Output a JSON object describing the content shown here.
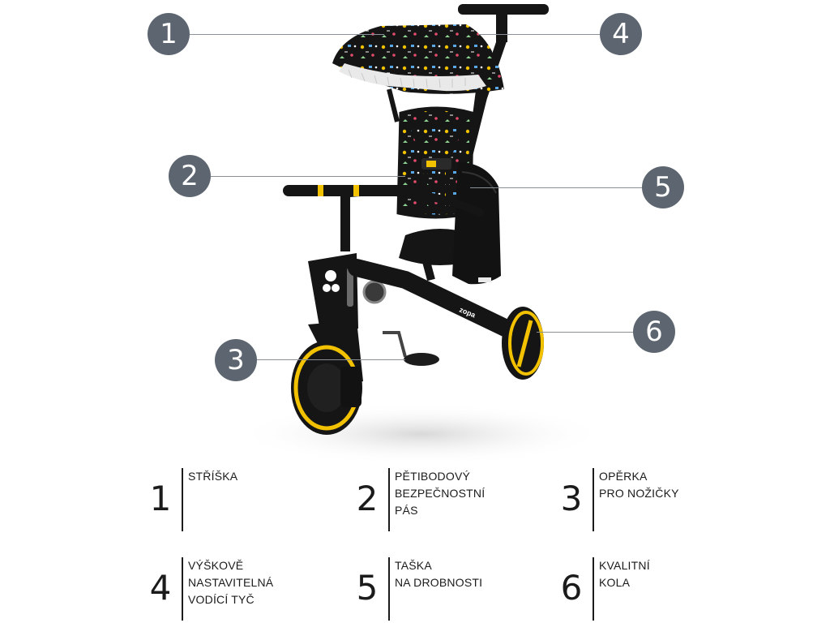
{
  "colors": {
    "badge": "#5d6670",
    "frame": "#151515",
    "accent": "#f2c200",
    "canopy_mesh": "#e9e9e9"
  },
  "product": {
    "frame_logo": "zopa"
  },
  "callouts": [
    {
      "number": "1"
    },
    {
      "number": "2"
    },
    {
      "number": "3"
    },
    {
      "number": "4"
    },
    {
      "number": "5"
    },
    {
      "number": "6"
    }
  ],
  "legend": [
    {
      "number": "1",
      "text": "STŘÍŠKA"
    },
    {
      "number": "2",
      "text": "PĚTIBODOVÝ\nBEZPEČNOSTNÍ\nPÁS"
    },
    {
      "number": "3",
      "text": "OPĚRKA\nPRO NOŽIČKY"
    },
    {
      "number": "4",
      "text": "VÝŠKOVĚ\nNASTAVITELNÁ\nVODÍCÍ TYČ"
    },
    {
      "number": "5",
      "text": "TAŠKA\nNA DROBNOSTI"
    },
    {
      "number": "6",
      "text": "KVALITNÍ\nKOLA"
    }
  ]
}
